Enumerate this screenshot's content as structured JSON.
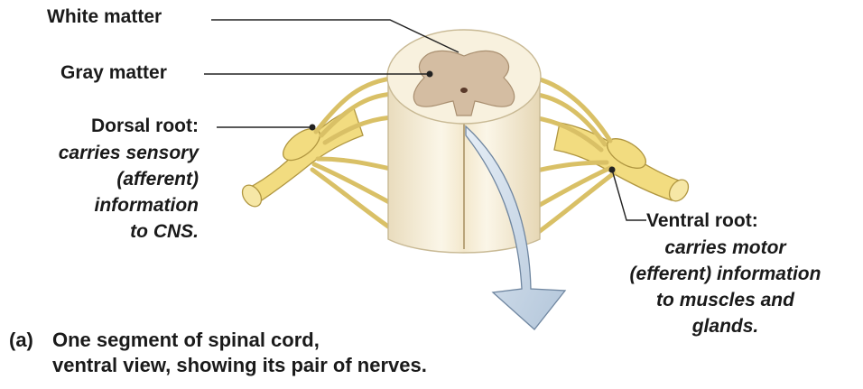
{
  "labels": {
    "white_matter": "White matter",
    "gray_matter": "Gray matter",
    "dorsal_root_title": "Dorsal root:",
    "dorsal_root_desc": [
      "carries sensory",
      "(afferent)",
      "information",
      "to CNS."
    ],
    "ventral_root_title": "Ventral root:",
    "ventral_root_desc": [
      "carries motor",
      "(efferent) information",
      "to muscles and",
      "glands."
    ]
  },
  "caption": {
    "letter": "(a)",
    "lines": [
      "One segment of spinal cord,",
      "ventral view, showing its pair of nerves."
    ]
  },
  "colors": {
    "nerve": "#f2dc80",
    "nerve_edge": "#b09640",
    "cord": "#f7efd8",
    "cord_edge": "#c8b994",
    "gray_matter": "#d4bda2",
    "arrow": "#c6d5e4",
    "leader": "#222222"
  }
}
